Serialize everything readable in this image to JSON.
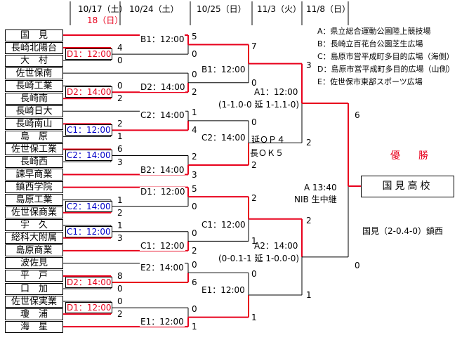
{
  "dates": {
    "round1": "10/17（土）",
    "round1_alt": "18（日）",
    "round2": "10/24（土）",
    "round3": "10/25（日）",
    "round4": "11/3（火）",
    "final": "11/8（日）"
  },
  "teams": [
    "国　見",
    "長崎北陽台",
    "大　村",
    "佐世保南",
    "長崎工業",
    "長崎南",
    "長崎日大",
    "長崎南山",
    "島　原",
    "佐世保工業",
    "長崎西",
    "諫早商業",
    "鎮西学院",
    "島原工業",
    "佐世保商業",
    "宇　久",
    "総科大附属",
    "島原商業",
    "波佐見",
    "平　戸",
    "口　加",
    "佐世保実業",
    "瓊　浦",
    "海　星"
  ],
  "round1": [
    {
      "label": "D1：12:00",
      "score_top": "4",
      "score_bottom": "0"
    },
    {
      "label": "D2：14:00",
      "score_top": "0",
      "score_bottom": "2"
    },
    {
      "label": "C1：12:00",
      "score_top": "2",
      "score_bottom": "1"
    },
    {
      "label": "C2：14:00",
      "score_top": "6",
      "score_bottom": "3"
    },
    {
      "label": "C2：14:00",
      "score_top": "1",
      "score_bottom": "2"
    },
    {
      "label": "C1：12:00",
      "score_top": "1",
      "score_bottom": "3"
    },
    {
      "label": "D2：14:00",
      "score_top": "8",
      "score_bottom": "0"
    },
    {
      "label": "D1：12:00",
      "score_top": "0",
      "score_bottom": "2"
    }
  ],
  "round2": [
    {
      "label": "B1：12:00",
      "score_top": "5",
      "score_bottom": "0"
    },
    {
      "label": "D2：14:00",
      "score_top": "0",
      "score_bottom": "2"
    },
    {
      "label": "C2：14:00",
      "score_top": "1",
      "score_bottom": "4"
    },
    {
      "label": "B2：14:00",
      "score_top": "2",
      "score_bottom": "3"
    },
    {
      "label": "D1：12:00",
      "score_top": "5",
      "score_bottom": "0"
    },
    {
      "label": "C1：12:00",
      "score_top": "0",
      "score_bottom": "2"
    },
    {
      "label": "E2：14:00",
      "score_top": "0",
      "score_bottom": "6"
    },
    {
      "label": "E1：12:00",
      "score_top": "0",
      "score_bottom": "1"
    }
  ],
  "round3": [
    {
      "label": "B1：12:00",
      "score_top": "7",
      "score_bottom": "0"
    },
    {
      "label": "C2：14:00",
      "score_top": "0",
      "score_bottom": "2"
    },
    {
      "label": "C1：12:00",
      "score_top": "2",
      "score_bottom": "1"
    },
    {
      "label": "E1：12:00",
      "score_top": "0",
      "score_bottom": "1"
    }
  ],
  "round4": [
    {
      "label": "A1：12:00",
      "note": "(1-1.0-0 延 1-1.1-0)",
      "score_top": "3",
      "score_bottom": "2"
    },
    {
      "label": "A2：14:00",
      "note": "(0-0.1-1 延 1-0.0-0)",
      "score_top": "2",
      "score_bottom": "1"
    }
  ],
  "annotations": {
    "extra_line1": "延ＯＰ４",
    "extra_line2": "長ＯＫ５",
    "final_time": "A 13:40",
    "broadcast": "NIB 生中継"
  },
  "final": {
    "score_top": "6",
    "score_bottom": "0",
    "result": "国見（2-0.4-0）鎮西"
  },
  "champion": {
    "label": "優　勝",
    "team": "国見高校"
  },
  "venues": [
    "A：県立総合運動公園陸上競技場",
    "B：長崎立百花台公園芝生広場",
    "C：島原市営平成町多目的広場（海側）",
    "D：島原市営平成町多目的広場（山側）",
    "E：佐世保市東部スポーツ広場"
  ],
  "colors": {
    "winner_line": "#e8001c",
    "loser_line": "#000000",
    "date_alt": "#e8001c",
    "venue_c": "#0000c8",
    "venue_d": "#e8001c"
  }
}
